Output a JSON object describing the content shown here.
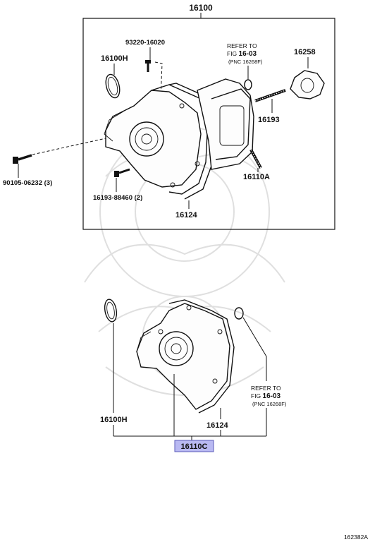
{
  "assembly_top": {
    "main_part": "16100",
    "labels": {
      "gasket_left": "16100H",
      "bolt_top": "93220-16020",
      "refer_line1": "REFER TO",
      "refer_line2_prefix": "FIG ",
      "refer_line2_bold": "16-03",
      "refer_line3": "(PNC 16268F)",
      "gasket_right": "16258",
      "stud_right": "16193",
      "stud_lower": "16110A",
      "bolt_left": "90105-06232 (3)",
      "bolt_bottom": "16193-88460 (2)",
      "housing_gasket": "16124"
    }
  },
  "assembly_bottom": {
    "labels": {
      "gasket_left": "16100H",
      "refer_line1": "REFER TO",
      "refer_line2_prefix": "FIG ",
      "refer_line2_bold": "16-03",
      "refer_line3": "(PNC 16268F)",
      "housing_gasket": "16124"
    },
    "highlighted_part": "16110C"
  },
  "illustration_id": "162382A",
  "colors": {
    "highlight_fill": "#b9b9f2",
    "highlight_border": "#5a5ab8",
    "line": "#111111",
    "watermark": "#d8d8d8"
  }
}
